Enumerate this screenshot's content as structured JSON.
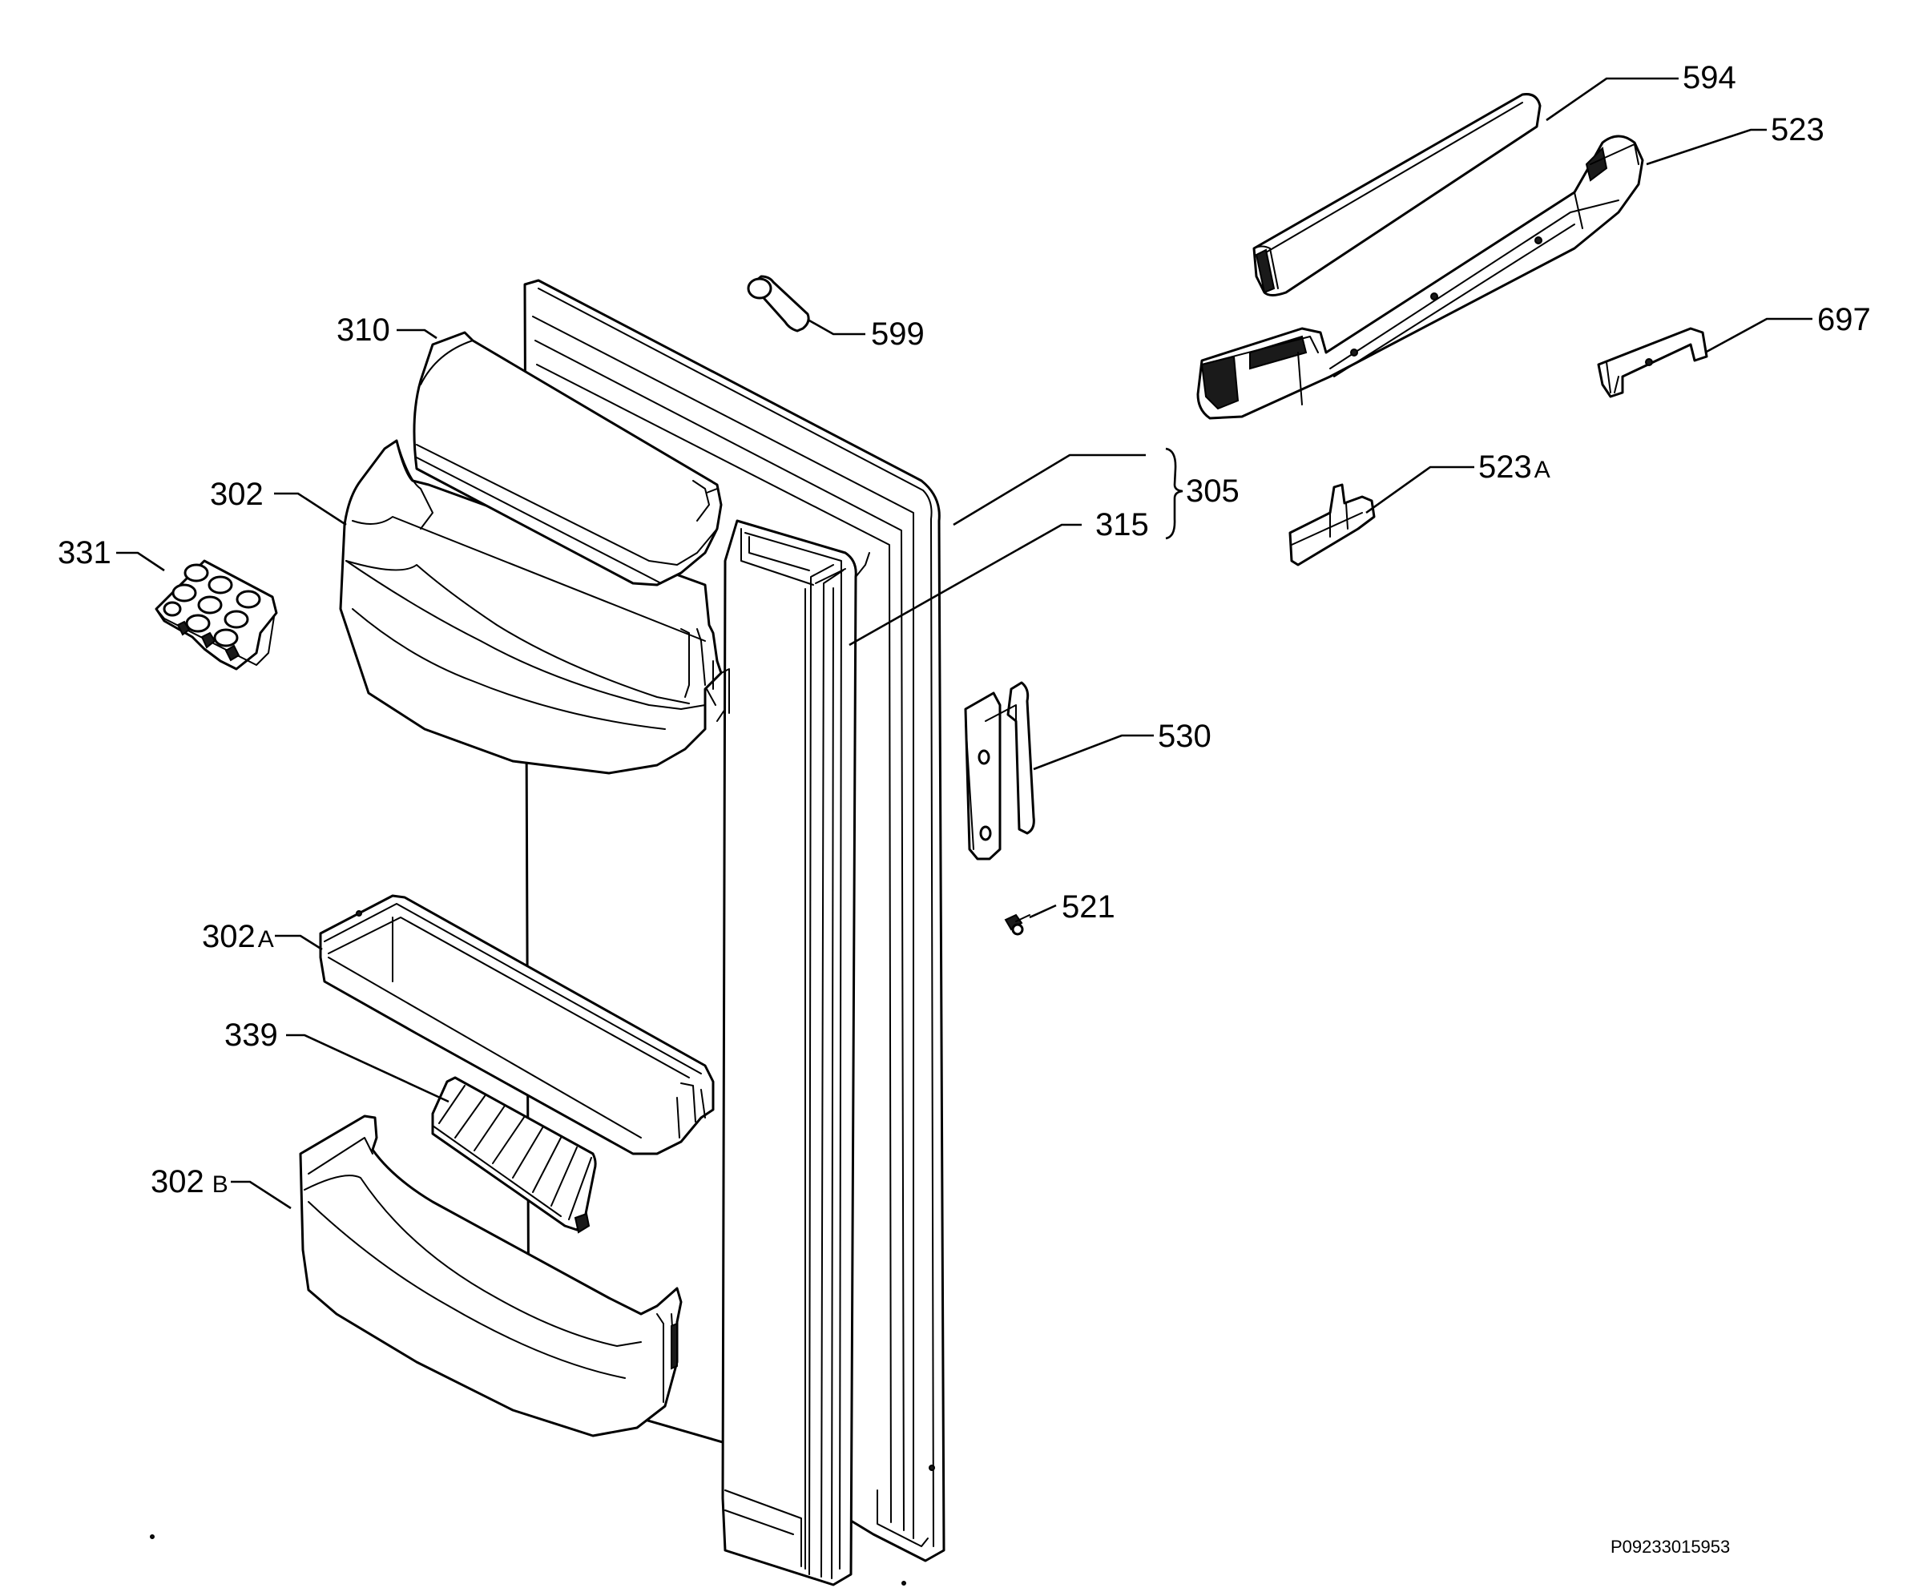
{
  "callouts": {
    "c594": "594",
    "c523": "523",
    "c697": "697",
    "c599": "599",
    "c310": "310",
    "c302": "302",
    "c331": "331",
    "c305": "305",
    "c315": "315",
    "c523a": "523",
    "c523a_suffix": "A",
    "c530": "530",
    "c521": "521",
    "c302a": "302",
    "c302a_suffix": "A",
    "c339": "339",
    "c302b": "302",
    "c302b_suffix": "B"
  },
  "document_id": "P09233015953"
}
